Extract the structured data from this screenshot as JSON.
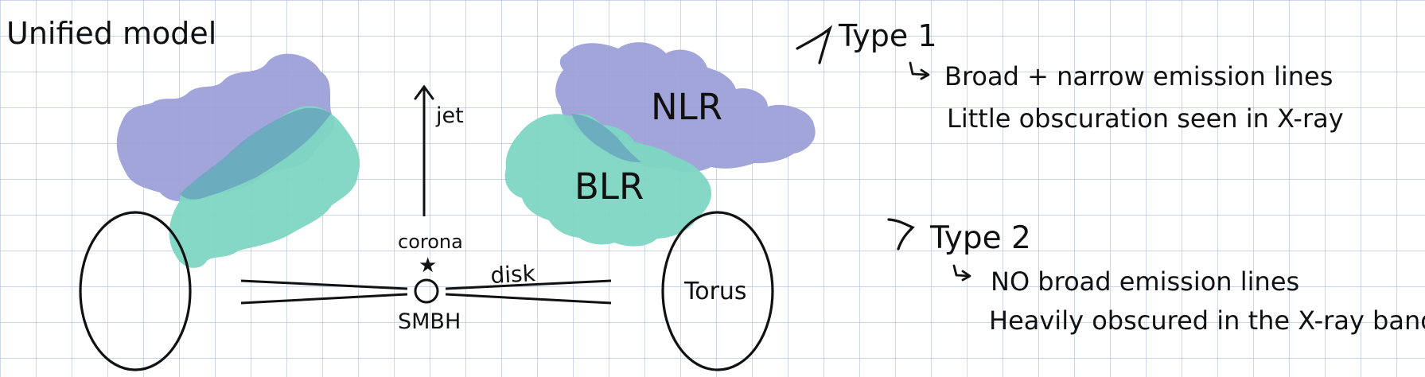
{
  "title": "Unified model",
  "labels": {
    "jet": "jet",
    "corona": "corona",
    "smbh": "SMBH",
    "disk": "disk",
    "nlr": "NLR",
    "blr": "BLR",
    "torus": "Torus"
  },
  "notes": {
    "type1": {
      "heading": "Type 1",
      "line1": "Broad + narrow emission lines",
      "line2": "Little obscuration seen in X-ray"
    },
    "type2": {
      "heading": "Type 2",
      "line1": "NO broad emission lines",
      "line2": "Heavily obscured in the X-ray band"
    }
  },
  "colors": {
    "background": "#ffffff",
    "grid": "#b9c7e2",
    "nlr_cloud": "#9da0d8",
    "blr_cloud": "#7dd6c2",
    "overlap": "#6aa7bf",
    "ink": "#111111"
  },
  "icons": {
    "arrow": "eye-arrow-icon",
    "bullet": "return-arrow-icon",
    "star": "star-icon"
  }
}
